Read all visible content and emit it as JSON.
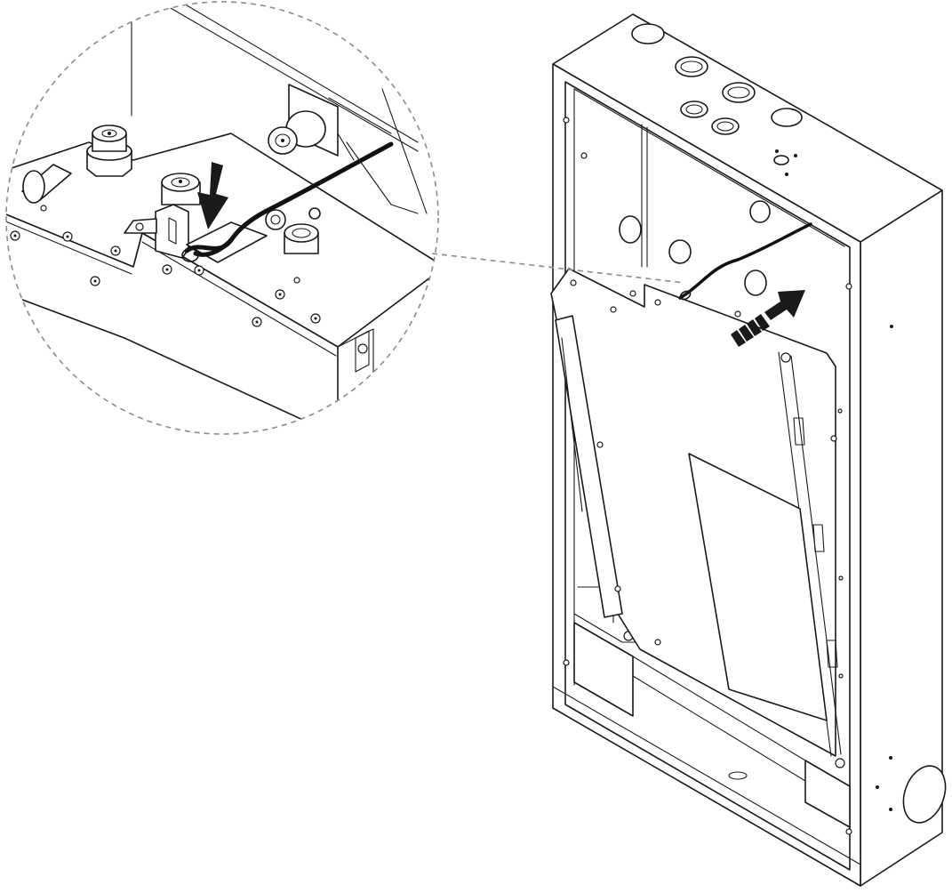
{
  "figure": {
    "type": "installation-illustration",
    "palette": {
      "line": "#1a1a1a",
      "background": "#ffffff",
      "callout_dash": "#8c8c8c",
      "arrow": "#1a1a1a"
    },
    "parts": [
      "enclosure-cabinet",
      "mounting-plate",
      "cable-glands",
      "grounding-strap",
      "detail-callout",
      "push-down-arrow",
      "slide-in-arrow"
    ]
  }
}
